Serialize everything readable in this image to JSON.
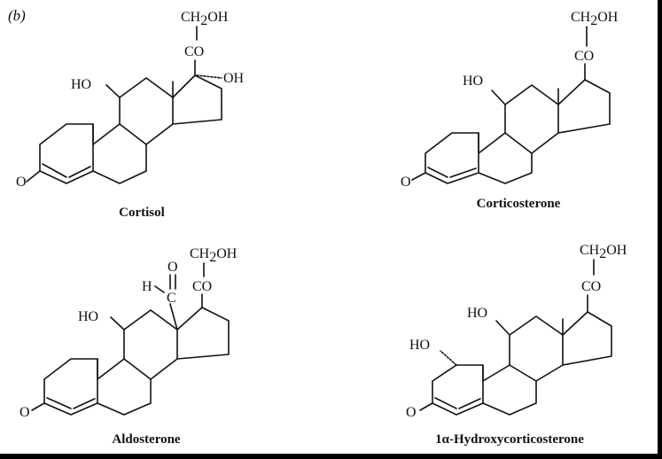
{
  "panel_label": "(b)",
  "groups": {
    "ch2oh": "CH",
    "ch2oh_sub": "2",
    "ch2oh_tail": "OH",
    "co": "CO",
    "ho": "HO",
    "oh": "OH",
    "o": "O",
    "h": "H",
    "c": "C",
    "ho_alpha": "HO"
  },
  "compounds": [
    {
      "name": "Cortisol"
    },
    {
      "name": "Corticosterone"
    },
    {
      "name": "Aldosterone"
    },
    {
      "name": "1α-Hydroxycorticosterone"
    }
  ]
}
